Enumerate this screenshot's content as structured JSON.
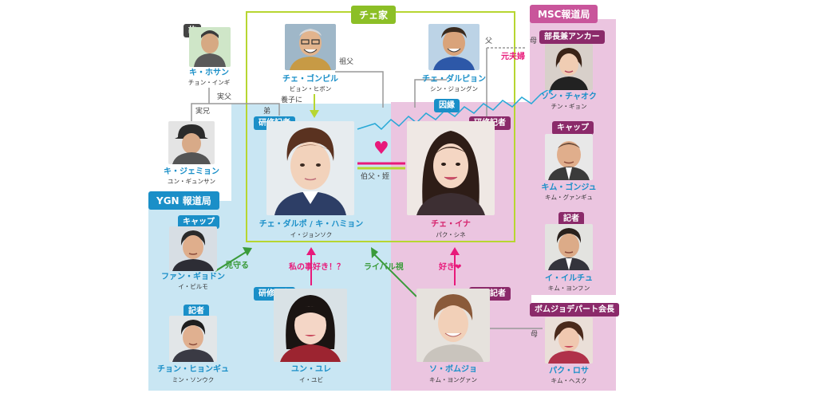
{
  "groups": {
    "che_family": "チェ家",
    "msc": "MSC報道局",
    "ygn": "YGN 報道局"
  },
  "badges": {
    "deceased": "故",
    "trainee": "研修記者",
    "head_anchor": "部長兼アンカー",
    "cap": "キャップ",
    "reporter": "記者",
    "bomjo_chair": "ボムジョデパート会長"
  },
  "people": {
    "ki_hosan": {
      "name": "キ・ホサン",
      "actor": "チョン・インギ"
    },
    "che_gonpil": {
      "name": "チェ・ゴンピル",
      "actor": "ビョン・ヒボン"
    },
    "che_dalpyon": {
      "name": "チェ・ダルピョン",
      "actor": "シン・ジョングン"
    },
    "son_chaok": {
      "name": "ソン・チャオク",
      "actor": "チン・ギョン"
    },
    "ki_jemyon": {
      "name": "キ・ジェミョン",
      "actor": "ユン・ギュンサン"
    },
    "che_dalpo": {
      "name": "チェ・ダルポ / キ・ハミョン",
      "actor": "イ・ジョンソク"
    },
    "che_ina": {
      "name": "チェ・イナ",
      "actor": "パク・シネ"
    },
    "kim_gonju": {
      "name": "キム・ゴンジュ",
      "actor": "キム・グァンギュ"
    },
    "fan_gidon": {
      "name": "ファン・ギョドン",
      "actor": "イ・ピルモ"
    },
    "yun_yure": {
      "name": "ユン・ユレ",
      "actor": "イ・ユビ"
    },
    "so_bomjo": {
      "name": "ソ・ボムジョ",
      "actor": "キム・ヨングァン"
    },
    "i_ilchu": {
      "name": "イ・イルチュ",
      "actor": "キム・ヨンフン"
    },
    "chon_hyongyu": {
      "name": "チョン・ヒョンギュ",
      "actor": "ミン・ソンウク"
    },
    "paku_rosa": {
      "name": "パク・ロサ",
      "actor": "キム・ヘスク"
    }
  },
  "relations": {
    "biological_father": "実父",
    "real_brother": "実兄",
    "younger_brother": "弟",
    "adopted": "養子に",
    "grandfather": "祖父",
    "father": "父",
    "mother": "母",
    "ex_couple": "元夫婦",
    "fate": "因縁",
    "uncle_niece": "伯父・姪",
    "watching": "見守る",
    "likes_me": "私の事好き！？",
    "rival": "ライバル視",
    "likes": "好き❤",
    "mother2": "母"
  },
  "colors": {
    "che_border": "#b7d631",
    "che_title": "#8cbf26",
    "msc_bg": "#ebc5e0",
    "msc_title": "#c9559b",
    "ygn_bg": "#c9e6f3",
    "ygn_title": "#1a8fc8",
    "pink": "#e8197a",
    "green": "#3a9b3a",
    "cyan": "#27a8d6"
  }
}
